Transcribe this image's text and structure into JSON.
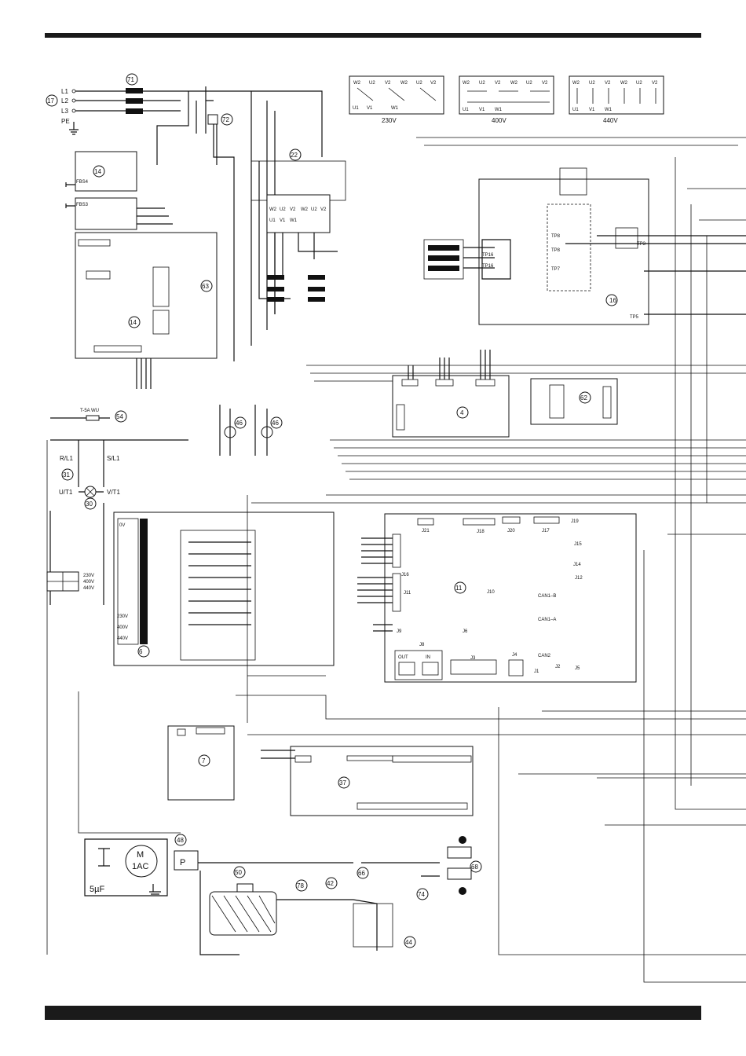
{
  "lines": {
    "l1": "L1",
    "l2": "L2",
    "l3": "L3",
    "pe": "PE"
  },
  "voltage": {
    "v230": "230V",
    "v400": "400V",
    "v440": "440V"
  },
  "terminal_top": [
    "W2",
    "U2",
    "V2",
    "W2",
    "U2",
    "V2"
  ],
  "terminal_bottom": [
    "U1",
    "V1",
    "W1",
    "U1",
    "V1",
    "W1"
  ],
  "callouts": [
    "71",
    "17",
    "72",
    "22",
    "14",
    "14",
    "63",
    "54",
    "46",
    "46",
    "31",
    "30",
    "6",
    "4",
    "16",
    "62",
    "11",
    "7",
    "37",
    "48",
    "50",
    "78",
    "42",
    "66",
    "68",
    "74",
    "44"
  ],
  "fuse_label": "T-5A WU",
  "phase": {
    "r": "R/L1",
    "s": "S/L1",
    "u": "U/T1",
    "v": "V/T1"
  },
  "pcb62": {
    "j21": "J21",
    "j18": "J18",
    "j20": "J20",
    "j17": "J17",
    "j19": "J19",
    "j16": "J16",
    "j15": "J15",
    "j14": "J14",
    "j12": "J12",
    "j11": "J11",
    "j10": "J10",
    "j9": "J9",
    "j8": "J8",
    "j6": "J6",
    "j3": "J3",
    "j4": "J4",
    "j2": "J2",
    "j1": "J1",
    "j5": "J5",
    "can1b": "CAN1–B",
    "can1a": "CAN1–A",
    "can2": "CAN2",
    "out": "OUT",
    "in": "IN"
  },
  "tp": {
    "tp8": "TP8",
    "tp16": "TP16",
    "tp7": "TP7",
    "tp3": "TP3",
    "tp5": "TP5"
  },
  "transformer": {
    "v0": "0V",
    "v230": "230V",
    "v400": "400V",
    "v440": "440V"
  },
  "motor": {
    "m": "M",
    "ac": "1AC",
    "cap": "5µF",
    "p": "P"
  },
  "fbs": {
    "a": "FBS4",
    "b": "FBS3"
  }
}
